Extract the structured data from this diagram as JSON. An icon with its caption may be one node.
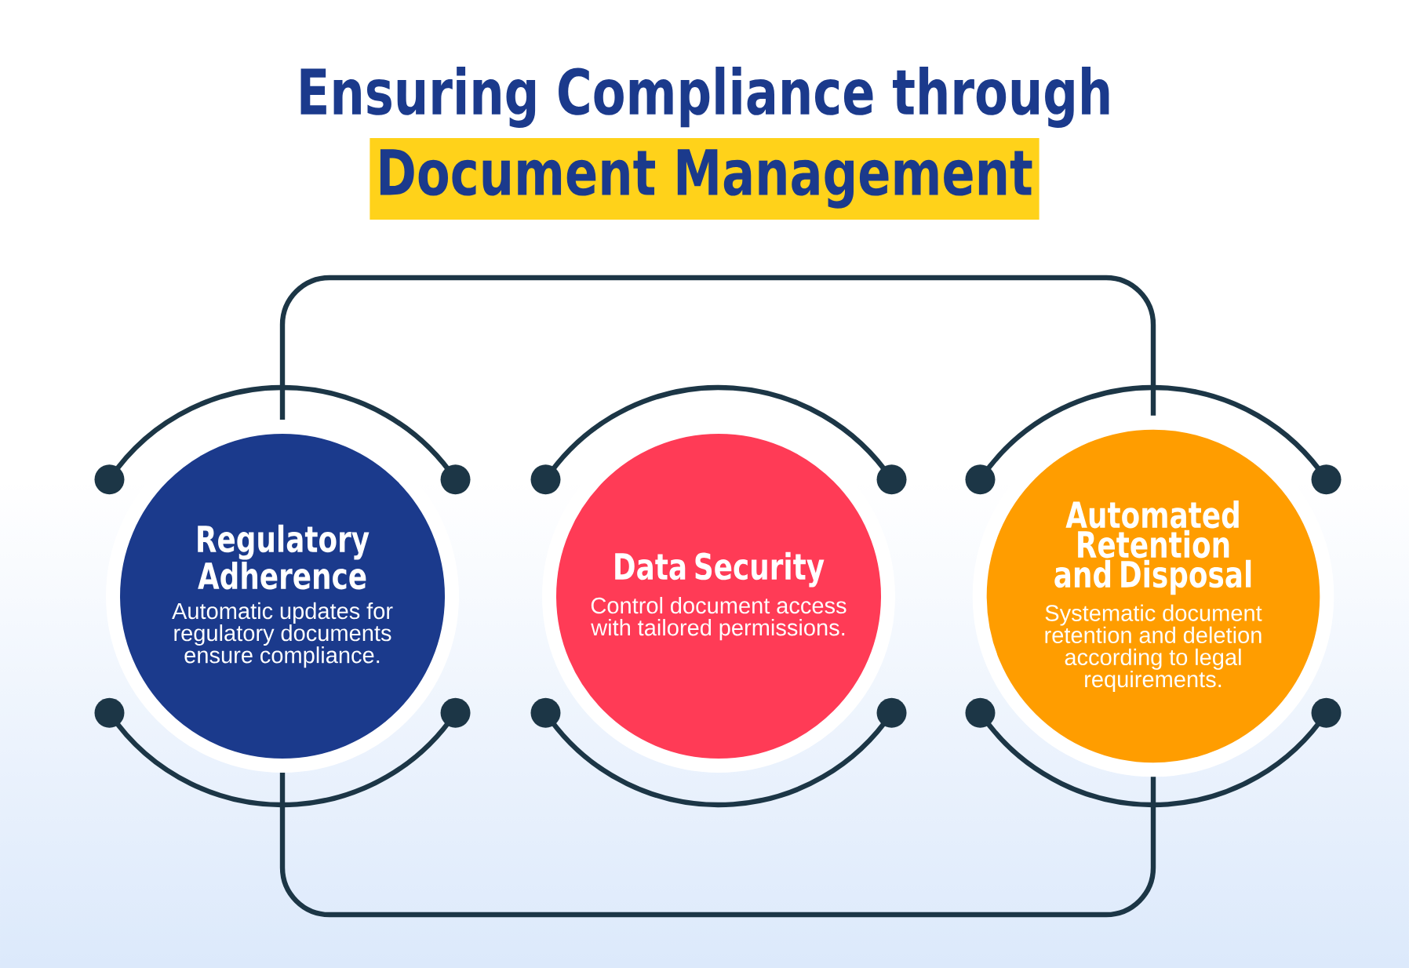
{
  "diagram": {
    "title": "Ensuring Compliance through",
    "nodes": [
      {
        "text": [
          "Regulatory Adherence",
          "Automatic updates for regulatory documents ensure compliance."
        ]
      },
      {
        "text": [
          "Data Security",
          "Control document access with tailored permissions."
        ]
      },
      {
        "text": [
          "Automated Retention and Disposal",
          "Systematic document retention and deletion according to legal requirements."
        ]
      }
    ],
    "edges": [
      {
        "from": 0,
        "to": 2,
        "arrow": "none"
      },
      {
        "from": 0,
        "to": 2,
        "arrow": "none"
      }
    ],
    "labels": [
      "Document Management"
    ]
  }
}
